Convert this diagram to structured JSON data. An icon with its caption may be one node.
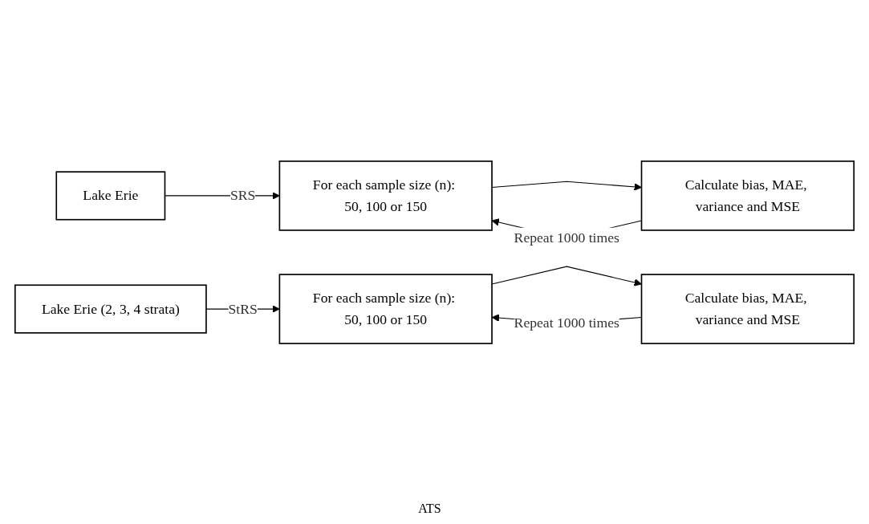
{
  "diagram": {
    "nodes": [
      {
        "text": [
          "Lake Erie"
        ]
      },
      {
        "text": [
          "For each sample size (n): 50, 100 or 150"
        ]
      },
      {
        "text": [
          "Calculate bias, MAE, variance and MSE"
        ]
      },
      {
        "text": [
          "Lake Erie (2, 3, 4 strata)"
        ]
      },
      {
        "text": [
          "For each sample size (n): 50, 100 or 150"
        ]
      },
      {
        "text": [
          "Calculate bias, MAE, variance and MSE"
        ]
      }
    ],
    "edges": [
      {
        "from": 0,
        "to": 1,
        "arrow": "to",
        "label": "SRS"
      },
      {
        "from": 1,
        "to": 2,
        "arrow": "to"
      },
      {
        "from": 2,
        "to": 1,
        "arrow": "to",
        "label": "Repeat 1000 times"
      },
      {
        "from": 3,
        "to": 4,
        "arrow": "to",
        "label": "StRS"
      },
      {
        "from": 4,
        "to": 5,
        "arrow": "to"
      },
      {
        "from": 5,
        "to": 4,
        "arrow": "to",
        "label": "Repeat 1000 times"
      }
    ],
    "labels": [
      "ATS"
    ]
  }
}
